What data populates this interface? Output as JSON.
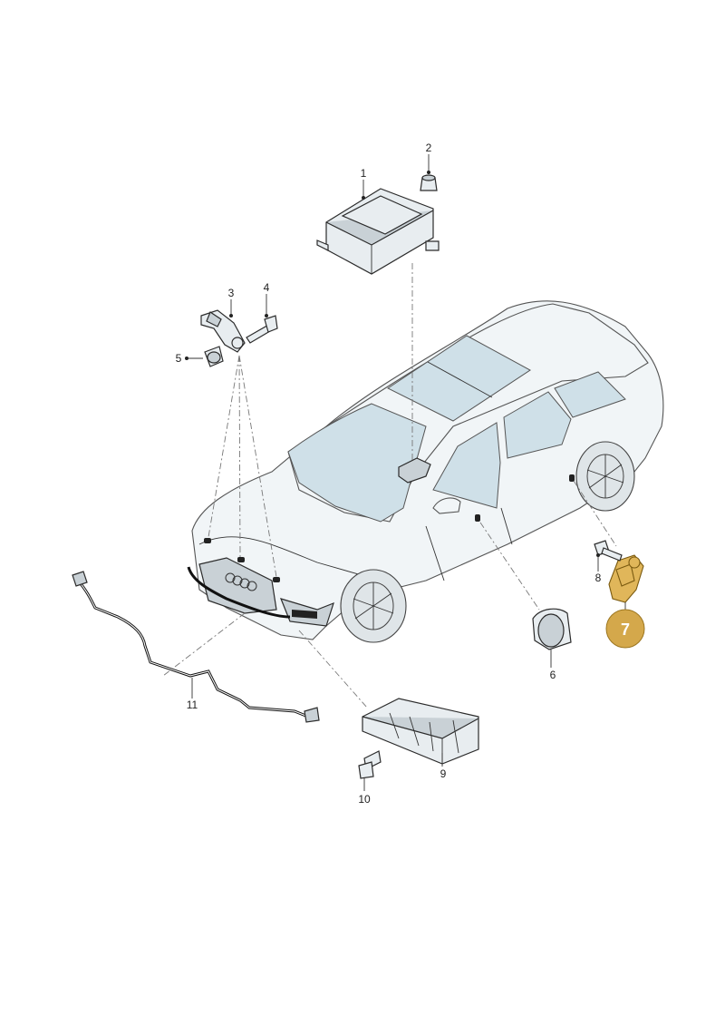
{
  "diagram": {
    "parts": [
      {
        "id": "1",
        "label": "1"
      },
      {
        "id": "2",
        "label": "2"
      },
      {
        "id": "3",
        "label": "3"
      },
      {
        "id": "4",
        "label": "4"
      },
      {
        "id": "5",
        "label": "5"
      },
      {
        "id": "6",
        "label": "6"
      },
      {
        "id": "7",
        "label": "7",
        "highlighted": true
      },
      {
        "id": "8",
        "label": "8"
      },
      {
        "id": "9",
        "label": "9"
      },
      {
        "id": "10",
        "label": "10"
      },
      {
        "id": "11",
        "label": "11"
      }
    ],
    "highlight_color": "#d4a84b"
  }
}
